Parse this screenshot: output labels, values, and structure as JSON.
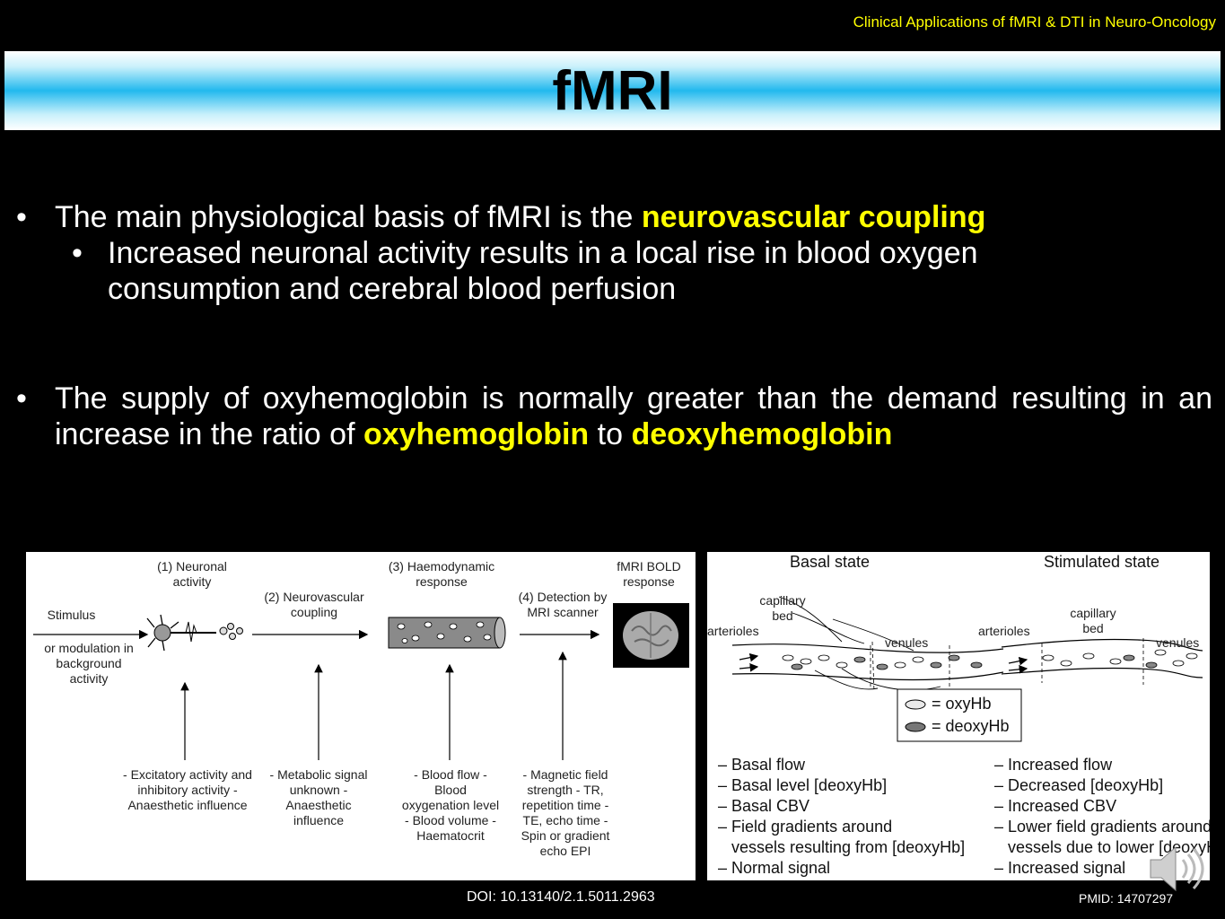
{
  "header": {
    "course_title": "Clinical Applications of fMRI & DTI in Neuro-Oncology"
  },
  "slide": {
    "title": "fMRI"
  },
  "bullets": {
    "b1_pre": "The main physiological basis of fMRI is the ",
    "b1_hl": "neurovascular coupling",
    "b2": "Increased neuronal activity results in a local rise in blood oxygen consumption and cerebral blood perfusion",
    "b3_pre": "The supply of oxyhemoglobin is normally greater than the demand resulting in an increase in the ratio of ",
    "b3_hl1": "oxyhemoglobin",
    "b3_mid": " to ",
    "b3_hl2": "deoxyhemoglobin",
    "bullet_symbol": "•"
  },
  "figure1": {
    "stimulus": "Stimulus",
    "modulation": "or modulation in background activity",
    "step1": "(1) Neuronal activity",
    "step2": "(2) Neurovascular coupling",
    "step3": "(3) Haemodynamic response",
    "step4": "(4) Detection by MRI scanner",
    "bold": "fMRI BOLD response",
    "f1": "- Excitatory activity and inhibitory activity - Anaesthetic influence",
    "f2": "- Metabolic signal unknown - Anaesthetic influence",
    "f3": "- Blood flow - Blood oxygenation level - Blood volume - Haematocrit",
    "f4": "- Magnetic field strength - TR, repetition time - TE, echo time - Spin or gradient echo EPI"
  },
  "figure2": {
    "basal": "Basal state",
    "stimulated": "Stimulated state",
    "capillary": "capillary bed",
    "arterioles": "arterioles",
    "venules": "venules",
    "legend_oxy": "= oxyHb",
    "legend_deoxy": "= deoxyHb",
    "basal_list": [
      "– Basal flow",
      "– Basal level [deoxyHb]",
      "– Basal CBV",
      "– Field gradients around",
      "   vessels resulting from [deoxyHb]",
      "– Normal signal"
    ],
    "stim_list": [
      "– Increased flow",
      "– Decreased [deoxyHb]",
      "– Increased CBV",
      "– Lower field gradients around",
      "   vessels due to lower [deoxyHb]",
      "– Increased signal"
    ]
  },
  "footer": {
    "doi": "DOI: 10.13140/2.1.5011.2963",
    "pmid": "PMID: 14707297"
  },
  "icons": {
    "speaker": "speaker-icon"
  },
  "colors": {
    "highlight": "#ffff00",
    "background": "#000000",
    "title_blue": "#22b9ee"
  }
}
